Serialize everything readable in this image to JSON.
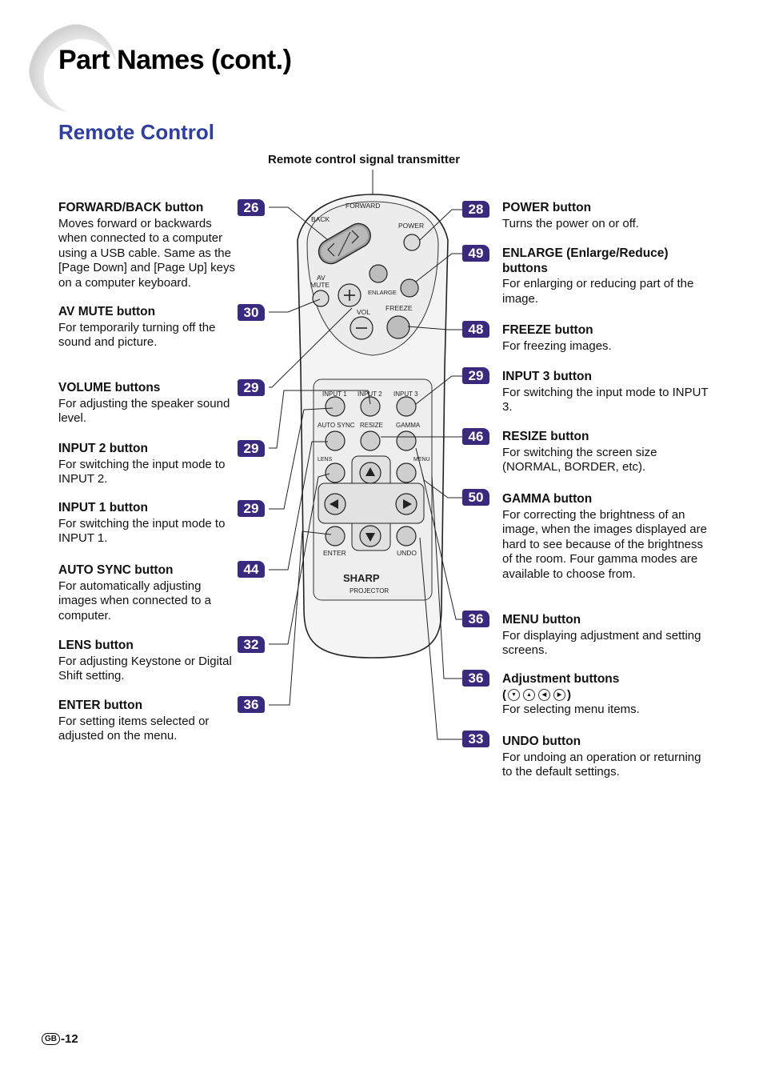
{
  "page_title": "Part Names (cont.)",
  "section_title": "Remote Control",
  "signal_label": "Remote control signal transmitter",
  "page_number": "-12",
  "page_prefix": "GB",
  "left_items": [
    {
      "badge": "26",
      "title": "FORWARD/BACK button",
      "desc": "Moves forward or backwards when connected to a computer using a USB cable. Same as the [Page Down] and [Page Up] keys on a computer keyboard."
    },
    {
      "badge": "30",
      "title": "AV MUTE button",
      "desc": "For temporarily turning off the sound and picture."
    },
    {
      "badge": "29",
      "title": "VOLUME buttons",
      "desc": "For adjusting the speaker sound level."
    },
    {
      "badge": "29",
      "title": "INPUT 2 button",
      "desc": "For switching the input mode to INPUT 2."
    },
    {
      "badge": "29",
      "title": "INPUT 1 button",
      "desc": "For switching the input mode to INPUT 1."
    },
    {
      "badge": "44",
      "title": "AUTO SYNC button",
      "desc": "For automatically adjusting images when connected to a computer."
    },
    {
      "badge": "32",
      "title": "LENS button",
      "desc": "For adjusting Keystone or Digital Shift setting."
    },
    {
      "badge": "36",
      "title": "ENTER button",
      "desc": "For setting items selected or adjusted on the menu."
    }
  ],
  "right_items": [
    {
      "badge": "28",
      "title": "POWER button",
      "desc": "Turns the power on or off."
    },
    {
      "badge": "49",
      "title": "ENLARGE (Enlarge/Reduce) buttons",
      "desc": "For enlarging or reducing part of the image."
    },
    {
      "badge": "48",
      "title": "FREEZE button",
      "desc": "For freezing images."
    },
    {
      "badge": "29",
      "title": "INPUT 3 button",
      "desc": "For switching the input mode to INPUT 3."
    },
    {
      "badge": "46",
      "title": "RESIZE button",
      "desc": "For switching the screen size (NORMAL, BORDER, etc)."
    },
    {
      "badge": "50",
      "title": "GAMMA button",
      "desc": "For correcting the brightness of an image, when the images displayed are hard to see because of the brightness of the room. Four gamma modes are available to choose from."
    },
    {
      "badge": "36",
      "title": "MENU button",
      "desc": "For displaying adjustment and setting screens."
    },
    {
      "badge": "36",
      "title": "Adjustment buttons",
      "desc": "For selecting menu items."
    },
    {
      "badge": "33",
      "title": "UNDO button",
      "desc": "For undoing an operation or returning to the default settings."
    }
  ],
  "adjust_paren_open": "(",
  "adjust_paren_close": ")",
  "remote": {
    "forward": "FORWARD",
    "back": "BACK",
    "power": "POWER",
    "av_mute_1": "AV",
    "av_mute_2": "MUTE",
    "enlarge": "ENLARGE",
    "vol": "VOL",
    "freeze": "FREEZE",
    "input1": "INPUT 1",
    "input2": "INPUT 2",
    "input3": "INPUT 3",
    "auto_sync": "AUTO SYNC",
    "resize": "RESIZE",
    "gamma": "GAMMA",
    "lens": "LENS",
    "menu": "MENU",
    "enter": "ENTER",
    "undo": "UNDO",
    "brand": "SHARP",
    "model": "PROJECTOR"
  }
}
